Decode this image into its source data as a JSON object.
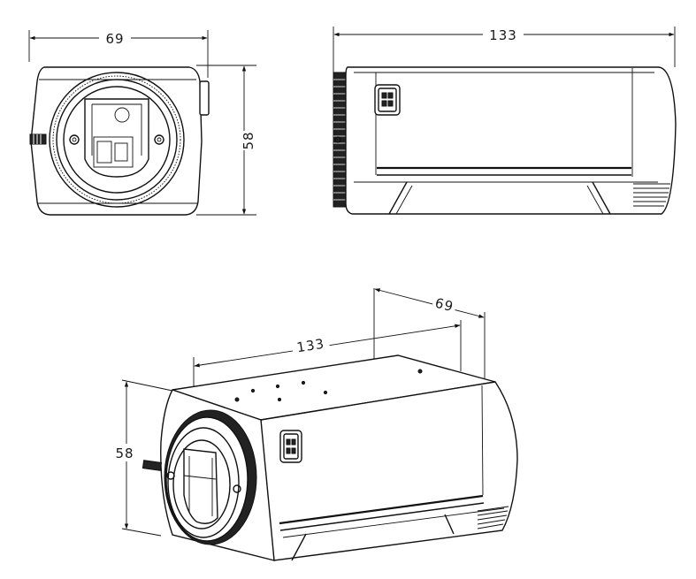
{
  "dimensions": {
    "front_width": "69",
    "front_height": "58",
    "side_length": "133",
    "iso_length": "133",
    "iso_depth": "69",
    "iso_height": "58"
  }
}
